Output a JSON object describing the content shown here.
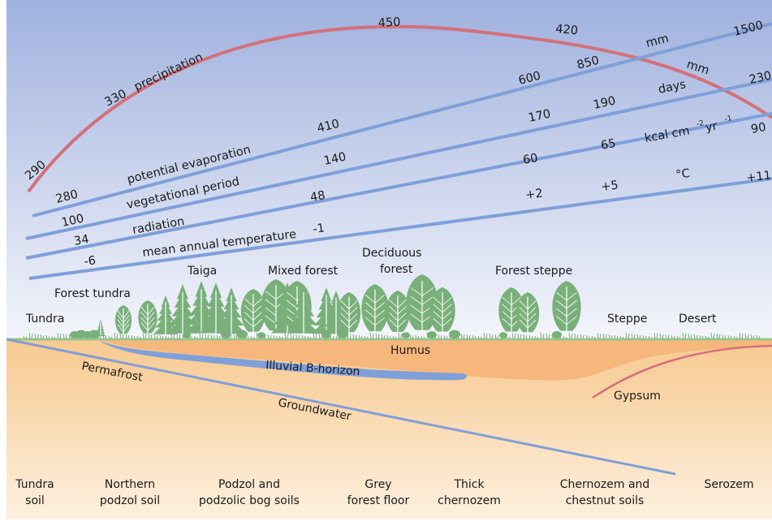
{
  "curves": {
    "precipitation": {
      "label": "precipitation",
      "values": [
        "290",
        "330",
        "450",
        "420"
      ],
      "unit": "mm",
      "color": "#d3707a"
    },
    "evaporation": {
      "label": "potential evaporation",
      "values": [
        "280",
        "410",
        "600",
        "850",
        "1500"
      ],
      "unit": "mm",
      "color": "#7f9fd8"
    },
    "vegetational": {
      "label": "vegetational period",
      "values": [
        "100",
        "140",
        "170",
        "190",
        "230"
      ],
      "unit": "days",
      "color": "#7f9fd8"
    },
    "radiation": {
      "label": "radiation",
      "values": [
        "34",
        "48",
        "60",
        "65",
        "90"
      ],
      "unit_base": "kcal cm",
      "unit_exp1": "-2",
      "unit_mid": " yr",
      "unit_exp2": "-1",
      "color": "#7f9fd8"
    },
    "temperature": {
      "label": "mean annual temperature",
      "values": [
        "-6",
        "-1",
        "+2",
        "+5",
        "+11"
      ],
      "unit": "°C",
      "color": "#7f9fd8"
    }
  },
  "vegetation": {
    "tundra": "Tundra",
    "forest_tundra": "Forest tundra",
    "taiga": "Taiga",
    "mixed_forest": "Mixed forest",
    "deciduous_1": "Deciduous",
    "deciduous_2": "forest",
    "forest_steppe": "Forest steppe",
    "steppe": "Steppe",
    "desert": "Desert"
  },
  "layers": {
    "humus": "Humus",
    "illuvial": "Illuvial B-horizon",
    "permafrost": "Permafrost",
    "groundwater": "Groundwater",
    "gypsum": "Gypsum"
  },
  "soils": [
    {
      "line1": "Tundra",
      "line2": "soil"
    },
    {
      "line1": "Northern",
      "line2": "podzol soil"
    },
    {
      "line1": "Podzol and",
      "line2": "podzolic bog soils"
    },
    {
      "line1": "Grey",
      "line2": "forest floor"
    },
    {
      "line1": "Thick",
      "line2": "chernozem"
    },
    {
      "line1": "Chernozem and",
      "line2": "chestnut soils"
    },
    {
      "line1": "Serozem",
      "line2": ""
    }
  ],
  "colors": {
    "sky_top": "#9fb1de",
    "sky_bottom": "#f4f5fb",
    "soil_top": "#f7c98f",
    "soil_bottom": "#fdf0df",
    "humus": "#f5b77c",
    "horizon": "#7f9fd8",
    "ground": "#9bc48d",
    "tree": "#79b07a",
    "trunk": "#ffffff"
  }
}
